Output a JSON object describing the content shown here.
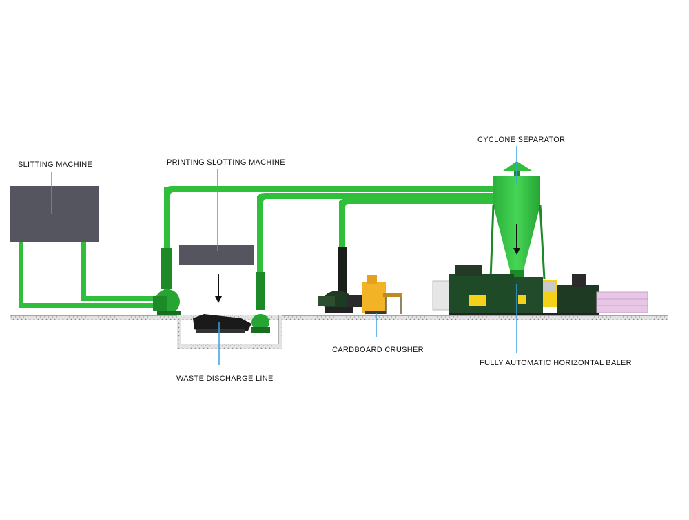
{
  "labels": {
    "slitting_machine": "SLITTING MACHINE",
    "printing_slotting_machine": "PRINTING SLOTTING MACHINE",
    "cyclone_separator": "CYCLONE SEPARATOR",
    "cardboard_crusher": "CARDBOARD CRUSHER",
    "fully_automatic_horizontal_baler": "FULLY AUTOMATIC HORIZONTAL BALER",
    "waste_discharge_line": "WASTE DISCHARGE LINE"
  },
  "colors": {
    "pipe_green": "#2fbf3a",
    "pipe_dark": "#1c8a26",
    "machine_gray": "#55555f",
    "leader_blue": "#3aa0e0",
    "ground": "#a8a8a8",
    "crusher_yellow": "#f2b327",
    "baler_dark": "#1f4a28",
    "bale_pink": "#e8c7e6"
  },
  "icons": [
    "down-arrow-icon"
  ]
}
